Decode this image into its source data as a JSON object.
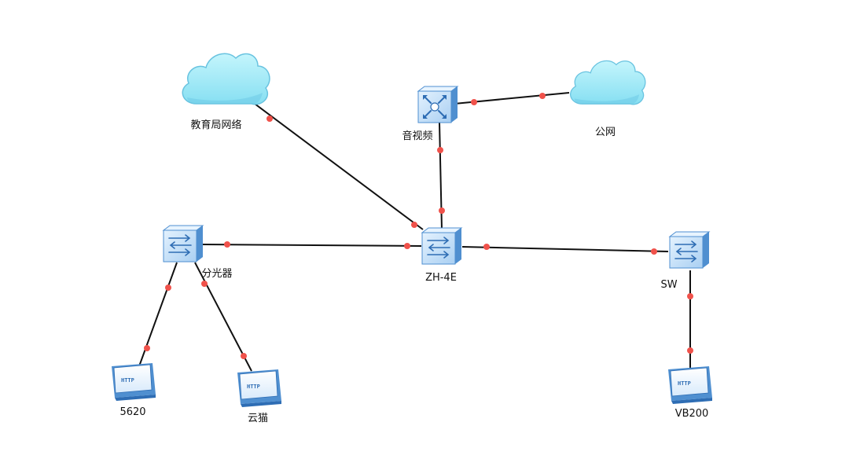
{
  "nodes": {
    "edu": {
      "label": "教育局网络",
      "type": "cloud"
    },
    "public": {
      "label": "公网",
      "type": "cloud"
    },
    "av": {
      "label": "音视频",
      "type": "router"
    },
    "core": {
      "label": "ZH-4E",
      "type": "switch"
    },
    "splitter": {
      "label": "分光器",
      "type": "switch"
    },
    "sw": {
      "label": "SW",
      "type": "switch"
    },
    "s5620": {
      "label": "5620",
      "type": "http-server"
    },
    "yunmao": {
      "label": "云猫",
      "type": "http-server"
    },
    "vb200": {
      "label": "VB200",
      "type": "http-server"
    }
  },
  "server_badge": "HTTP",
  "links": [
    {
      "from": "edu",
      "to": "core"
    },
    {
      "from": "av",
      "to": "public"
    },
    {
      "from": "av",
      "to": "core"
    },
    {
      "from": "splitter",
      "to": "core"
    },
    {
      "from": "core",
      "to": "sw"
    },
    {
      "from": "splitter",
      "to": "s5620"
    },
    {
      "from": "splitter",
      "to": "yunmao"
    },
    {
      "from": "sw",
      "to": "vb200"
    }
  ],
  "colors": {
    "link": "#111111",
    "port": "#f0524b",
    "cloud_fill": "#a6ecf7",
    "cloud_stroke": "#5fb8d8",
    "device_face": "#cde6fb",
    "device_side": "#4f8fd0",
    "device_top": "#e8f4ff"
  }
}
